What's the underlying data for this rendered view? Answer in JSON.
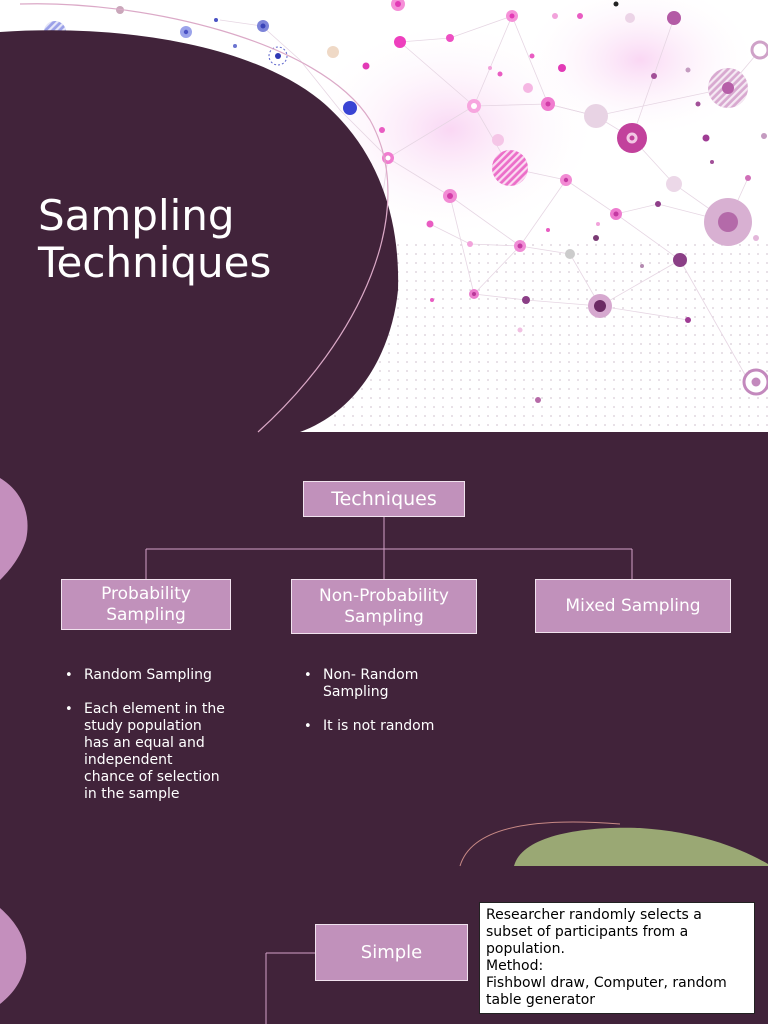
{
  "slide": {
    "title_line1": "Sampling",
    "title_line2": "Techniques"
  },
  "tree": {
    "root": "Techniques",
    "probability_line1": "Probability",
    "probability_line2": "Sampling",
    "nonprob_line1": "Non-Probability",
    "nonprob_line2": "Sampling",
    "mixed": "Mixed Sampling"
  },
  "probability_notes": [
    "Random Sampling",
    "Each element in the study population has an equal and independent chance of selection in the sample"
  ],
  "nonprob_notes": [
    "Non- Random Sampling",
    "It is not random"
  ],
  "simple": {
    "label": "Simple",
    "callout_line1": "Researcher randomly selects a subset of participants from a population.",
    "callout_line2": "Method:",
    "callout_line3": "Fishbowl draw, Computer, random table generator"
  },
  "colors": {
    "background": "#41233a",
    "box_fill": "#c191bb",
    "accent_green": "#9aa874",
    "accent_pink": "#c48fbd"
  }
}
